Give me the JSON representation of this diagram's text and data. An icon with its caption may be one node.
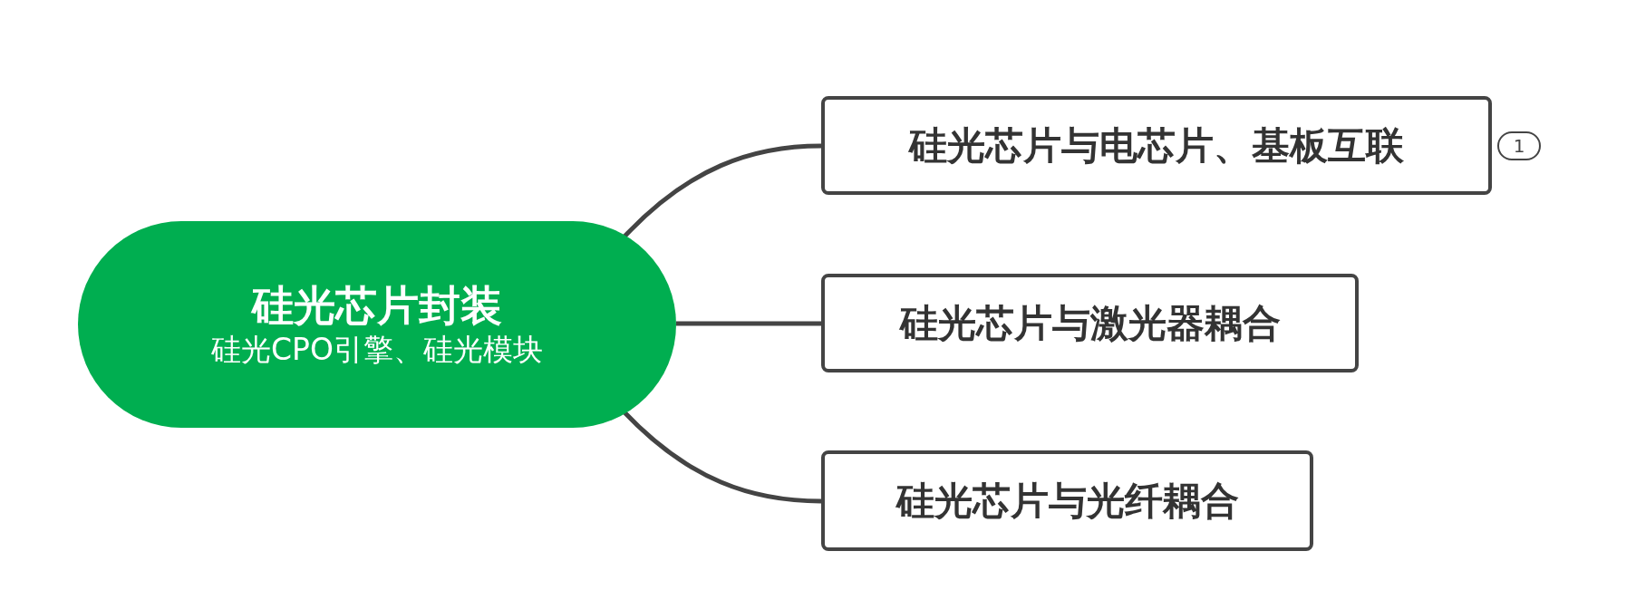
{
  "diagram": {
    "nodes": [
      {
        "text": [
          "硅光芯片封装",
          "硅光CPO引擎、硅光模块"
        ]
      },
      {
        "text": [
          "硅光芯片与电芯片、基板互联"
        ]
      },
      {
        "text": [
          "硅光芯片与激光器耦合"
        ]
      },
      {
        "text": [
          "硅光芯片与光纤耦合"
        ]
      }
    ],
    "edges": [
      {
        "from": 0,
        "to": 1,
        "arrow": "none"
      },
      {
        "from": 0,
        "to": 2,
        "arrow": "none"
      },
      {
        "from": 0,
        "to": 3,
        "arrow": "none"
      }
    ],
    "labels": [
      "1"
    ]
  }
}
